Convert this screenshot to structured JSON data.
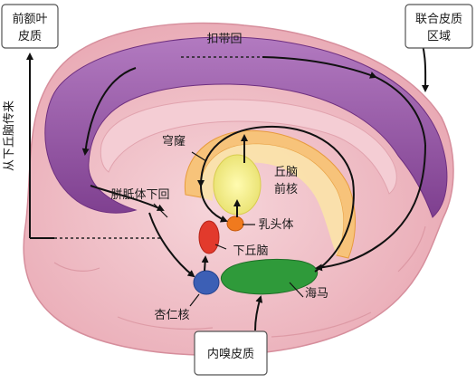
{
  "labels": {
    "prefrontal_line1": "前额叶",
    "prefrontal_line2": "皮质",
    "association_line1": "联合皮质",
    "association_line2": "区域",
    "cingulate": "扣带回",
    "fornix": "穹窿",
    "anterior_thalamic_line1": "丘脑",
    "anterior_thalamic_line2": "前核",
    "subcallosal": "胼胝体下回",
    "mammillary": "乳头体",
    "hypothalamus": "下丘脑",
    "hippocampus": "海马",
    "amygdala": "杏仁核",
    "entorhinal": "内嗅皮质",
    "from_hypothalamus": "从下丘脑传来"
  },
  "colors": {
    "cortex_pink": "#f2c4cc",
    "cingulate_purple": "#9b5aa8",
    "thalamus_yellow": "#f1ee8a",
    "hippocampus_green": "#2f9a3a",
    "amygdala_blue": "#3c5fb5",
    "hypothalamus_red": "#e23a2c",
    "mammillary_orange": "#f07a1e",
    "arrow_black": "#111111"
  }
}
